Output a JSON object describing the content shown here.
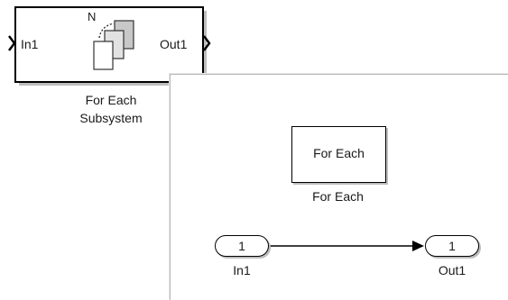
{
  "subsystem_block": {
    "input_port": "In1",
    "output_port": "Out1",
    "icon_symbol": "N",
    "label_line1": "For Each",
    "label_line2": "Subsystem"
  },
  "inner_diagram": {
    "foreach_block": {
      "text": "For Each",
      "label": "For Each"
    },
    "inport": {
      "number": "1",
      "label": "In1"
    },
    "outport": {
      "number": "1",
      "label": "Out1"
    }
  }
}
